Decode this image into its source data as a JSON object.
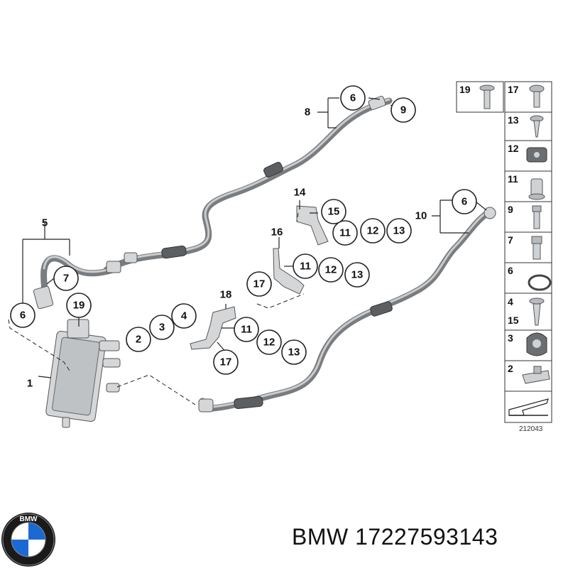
{
  "diagram_id": "212043",
  "footer": {
    "brand": "BMW",
    "part_number": "17227593143",
    "logo_text": "BMW"
  },
  "callouts": {
    "c1": "1",
    "c2": "2",
    "c3": "3",
    "c4": "4",
    "c5": "5",
    "c6a": "6",
    "c6b": "6",
    "c6c": "6",
    "c7": "7",
    "c8": "8",
    "c9": "9",
    "c10": "10",
    "c11a": "11",
    "c11b": "11",
    "c11c": "11",
    "c12a": "12",
    "c12b": "12",
    "c12c": "12",
    "c13a": "13",
    "c13b": "13",
    "c13c": "13",
    "c14": "14",
    "c15": "15",
    "c16": "16",
    "c17a": "17",
    "c17b": "17",
    "c18": "18",
    "c19": "19"
  },
  "legend": {
    "left_column": [
      "19"
    ],
    "right_column": [
      "17",
      "13",
      "12",
      "11",
      "9",
      "7",
      "6",
      "4",
      "15",
      "3",
      "2"
    ]
  }
}
